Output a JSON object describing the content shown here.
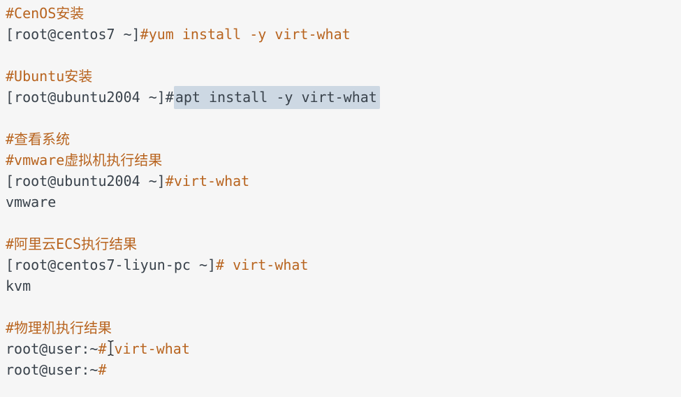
{
  "palette": {
    "background": "#f6f6f6",
    "comment_orange": "#b8641f",
    "text_dark": "#39424b",
    "selection_bg": "#cdd8e3",
    "cursor_dark": "#2b2f33"
  },
  "terminal": {
    "description": "virt-what install and usage notes",
    "cursor_icon": "text-ibeam-cursor",
    "lines": [
      {
        "kind": "comment",
        "comment": "#CenOS安装"
      },
      {
        "kind": "command",
        "prompt": "[root@centos7 ~]",
        "command": "#yum install -y virt-what"
      },
      {
        "kind": "blank"
      },
      {
        "kind": "comment",
        "comment": "#Ubuntu安装"
      },
      {
        "kind": "command-selected",
        "prompt": "[root@ubuntu2004 ~]",
        "hash": "#",
        "selected_command": "apt install -y virt-what"
      },
      {
        "kind": "blank"
      },
      {
        "kind": "comment",
        "comment": "#查看系统"
      },
      {
        "kind": "comment",
        "comment": "#vmware虚拟机执行结果"
      },
      {
        "kind": "command",
        "prompt": "[root@ubuntu2004 ~]",
        "command": "#virt-what"
      },
      {
        "kind": "output",
        "output": "vmware"
      },
      {
        "kind": "blank"
      },
      {
        "kind": "comment",
        "comment": "#阿里云ECS执行结果"
      },
      {
        "kind": "command",
        "prompt": "[root@centos7-liyun-pc ~]",
        "command": "# virt-what"
      },
      {
        "kind": "output",
        "output": "kvm"
      },
      {
        "kind": "blank"
      },
      {
        "kind": "comment",
        "comment": "#物理机执行结果"
      },
      {
        "kind": "command-with-cursor",
        "prompt": "root@user:~",
        "hash": "#",
        "command": "virt-what"
      },
      {
        "kind": "prompt-only",
        "prompt": "root@user:~",
        "hash": "#"
      }
    ]
  }
}
